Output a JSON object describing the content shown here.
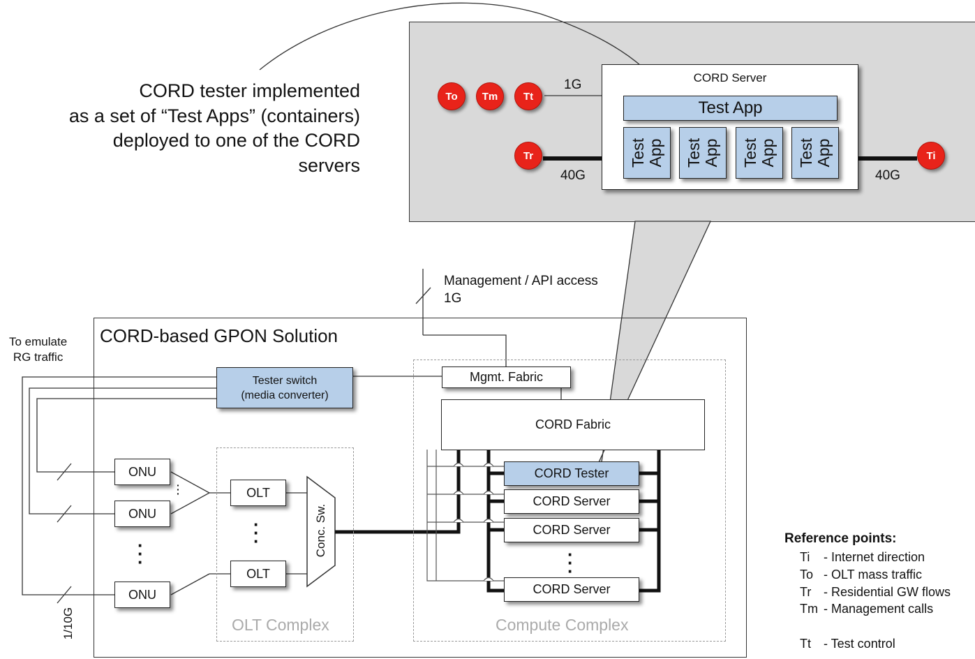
{
  "callout": {
    "line1": "CORD tester implemented",
    "line2": "as a set of “Test Apps” (containers)",
    "line3": "deployed to one of the CORD",
    "line4": "servers"
  },
  "zoom": {
    "server_title": "CORD Server",
    "test_app_label": "Test App",
    "app_labels": [
      "Test\nApp",
      "Test\nApp",
      "Test\nApp",
      "Test\nApp"
    ],
    "link_1g": "1G",
    "link_40g_left": "40G",
    "link_40g_right": "40G",
    "points": {
      "to": "To",
      "tm": "Tm",
      "tt": "Tt",
      "tr": "Tr",
      "ti": "Ti"
    }
  },
  "mgmt": {
    "line1": "Management / API access",
    "line2": "1G"
  },
  "emulate": {
    "line1": "To emulate",
    "line2": "RG traffic"
  },
  "solution": {
    "title": "CORD-based GPON Solution",
    "tester_switch": {
      "line1": "Tester switch",
      "line2": "(media converter)"
    },
    "mgmt_fabric": "Mgmt. Fabric",
    "cord_fabric": "CORD Fabric",
    "cord_tester": "CORD Tester",
    "cord_servers": [
      "CORD Server",
      "CORD Server",
      "CORD Server"
    ],
    "onus": [
      "ONU",
      "ONU",
      "ONU"
    ],
    "olts": [
      "OLT",
      "OLT"
    ],
    "conc_switch": "Conc. Sw.",
    "olt_complex": "OLT Complex",
    "compute_complex": "Compute Complex",
    "link_rate": "1/10G"
  },
  "reference": {
    "title": "Reference points:",
    "items": [
      {
        "code": "Ti",
        "desc": "- Internet direction"
      },
      {
        "code": "To",
        "desc": "- OLT mass traffic"
      },
      {
        "code": "Tr",
        "desc": "- Residential GW flows"
      },
      {
        "code": "Tm",
        "desc": "- Management calls"
      },
      {
        "code": "Tt",
        "desc": "- Test control"
      }
    ]
  }
}
